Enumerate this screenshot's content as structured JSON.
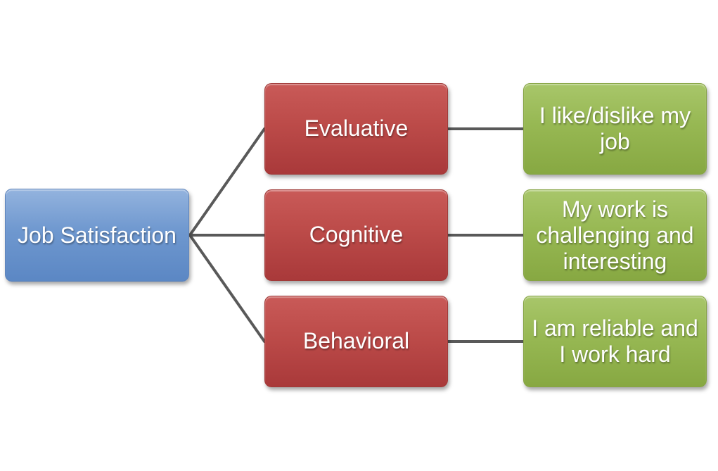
{
  "diagram": {
    "type": "tree",
    "root": {
      "label": "Job Satisfaction",
      "color": "#6f98cf"
    },
    "branches": [
      {
        "label": "Evaluative",
        "color": "#bc4b49",
        "example": {
          "label": "I like/dislike my job",
          "color": "#97b853"
        }
      },
      {
        "label": "Cognitive",
        "color": "#bc4b49",
        "example": {
          "label": "My work is challenging and interesting",
          "color": "#97b853"
        }
      },
      {
        "label": "Behavioral",
        "color": "#bc4b49",
        "example": {
          "label": "I am reliable and I work hard",
          "color": "#97b853"
        }
      }
    ],
    "connector_color": "#595959"
  }
}
